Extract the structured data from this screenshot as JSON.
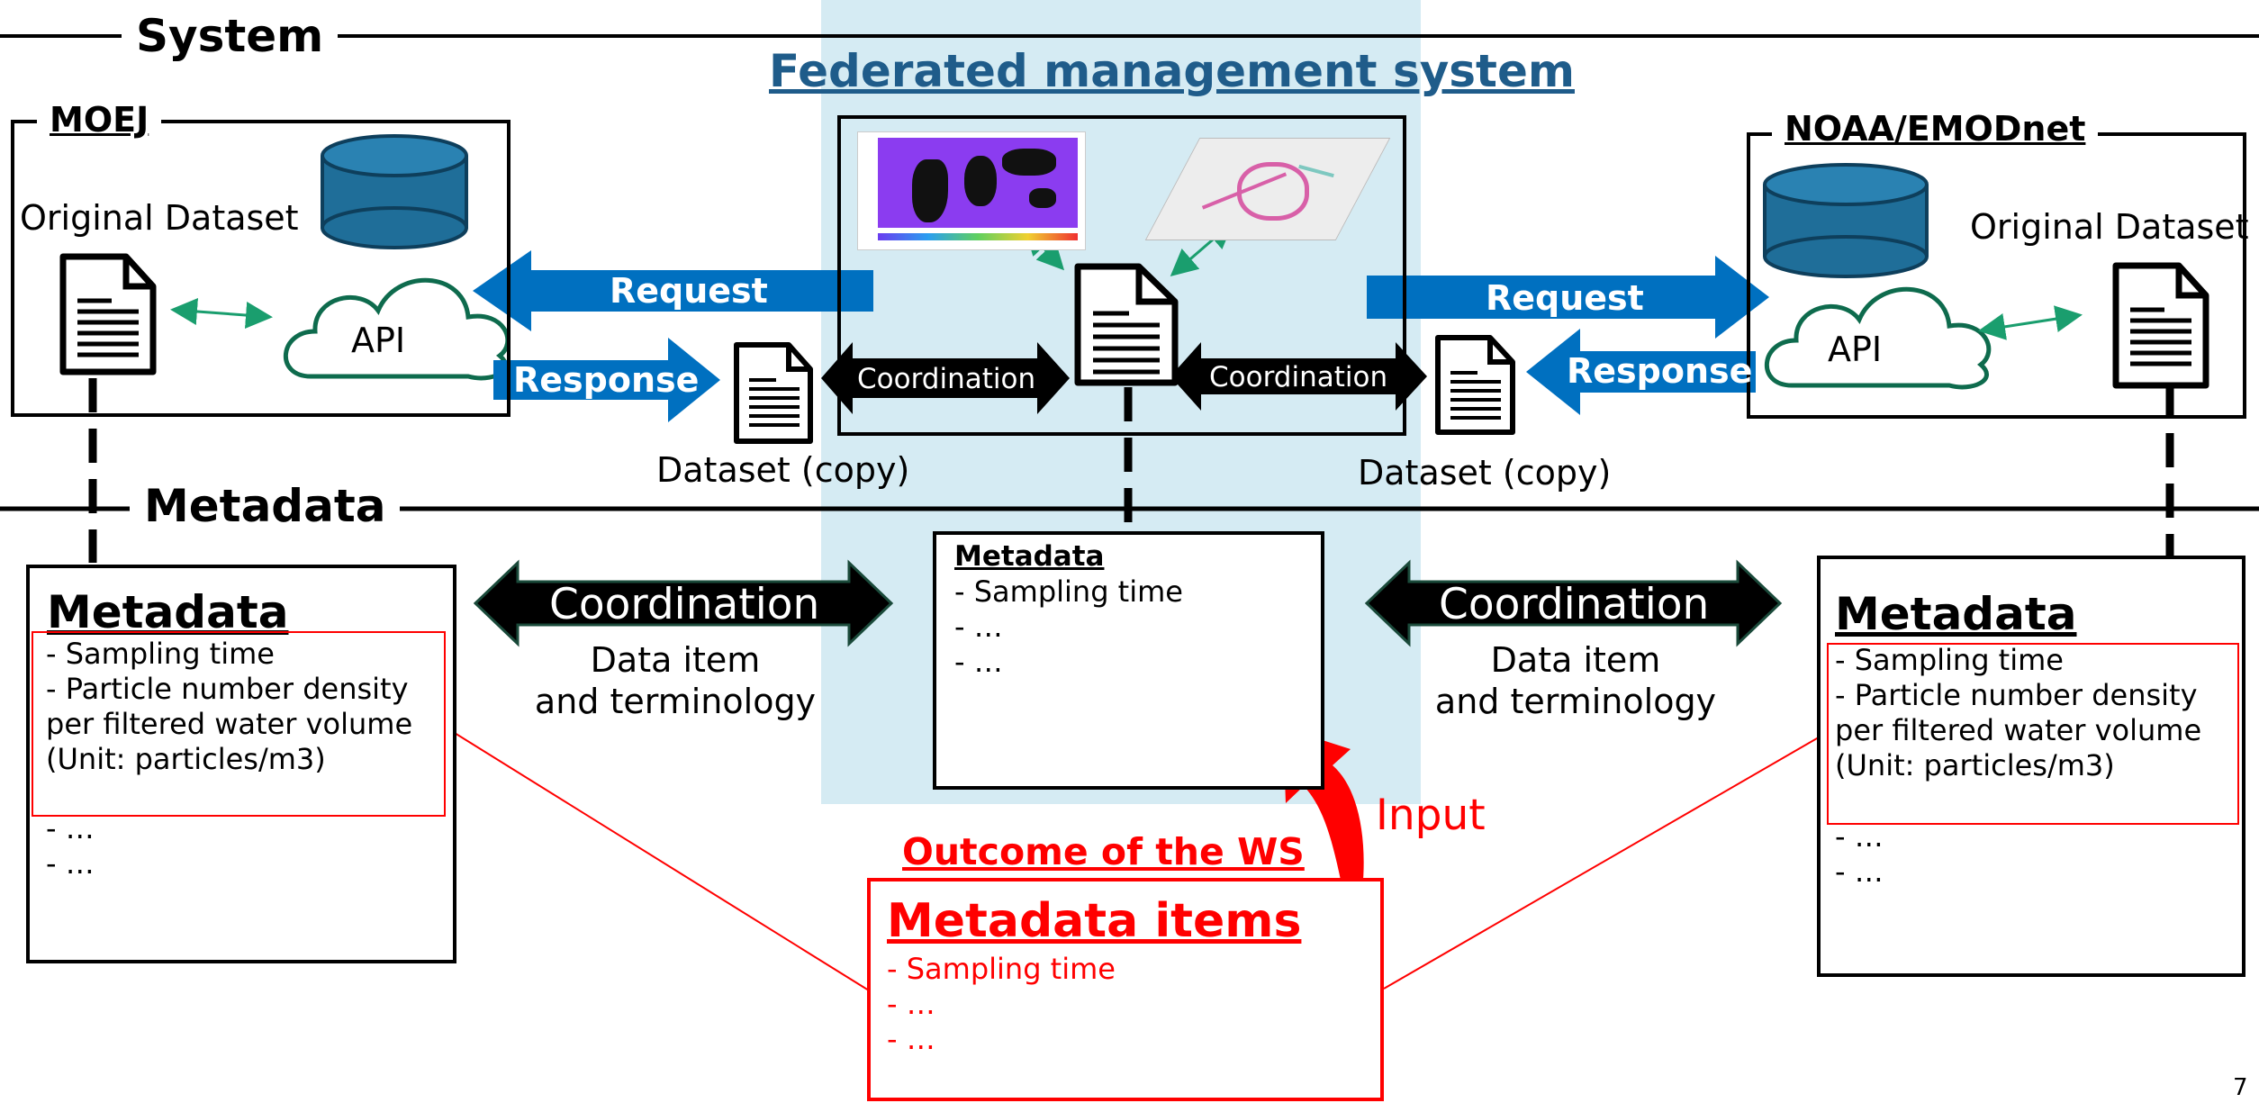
{
  "colors": {
    "arrow_blue": "#0070C0",
    "highlight_bg": "#D5EBF3",
    "red": "#FF0000",
    "green": "#1A9E6E",
    "title_blue": "#1F5C8A"
  },
  "sections": {
    "system": "System",
    "metadata": "Metadata"
  },
  "center": {
    "title": "Federated management system"
  },
  "left": {
    "header": "MOEJ",
    "dataset_label": "Original Dataset",
    "api_label": "API",
    "request": "Request",
    "response": "Response",
    "copy_label": "Dataset (copy)"
  },
  "right": {
    "header": "NOAA/EMODnet",
    "dataset_label": "Original Dataset",
    "api_label": "API",
    "request": "Request",
    "response": "Response",
    "copy_label": "Dataset (copy)"
  },
  "coordination": {
    "left_small": "Coordination",
    "right_small": "Coordination",
    "left_big": "Coordination",
    "right_big": "Coordination"
  },
  "item_terminology": {
    "left_line1": "Data item",
    "left_line2": "and terminology",
    "right_line1": "Data item",
    "right_line2": "and terminology"
  },
  "left_metadata": {
    "title": "Metadata",
    "boxed_lines": "- Sampling time\n- Particle number density\nper filtered water volume\n(Unit: particles/m3)",
    "more_lines": "- …\n- …"
  },
  "right_metadata": {
    "title": "Metadata",
    "boxed_lines": "- Sampling time\n- Particle number density\nper filtered water volume\n(Unit: particles/m3)",
    "more_lines": "- …\n- …"
  },
  "center_metadata": {
    "title": "Metadata",
    "lines": "- Sampling time\n- …\n- …"
  },
  "outcome": {
    "label": "Outcome of the WS",
    "title": "Metadata items",
    "lines": "- Sampling time\n- …\n- …",
    "input_label": "Input"
  },
  "page_number": "7"
}
